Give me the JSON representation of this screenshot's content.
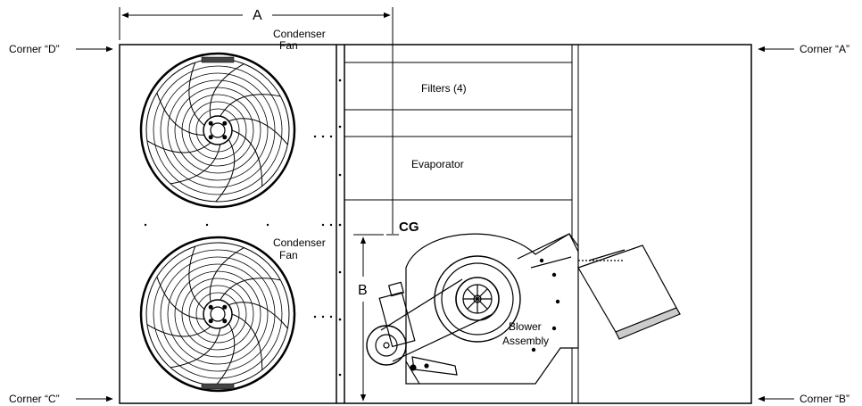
{
  "corners": {
    "a": "Corner “A”",
    "b": "Corner “B”",
    "c": "Corner “C”",
    "d": "Corner “D”"
  },
  "dimensions": {
    "a": "A",
    "b": "B"
  },
  "center_of_gravity": "CG",
  "components": {
    "condenser_fan_top": [
      "Condenser",
      "Fan"
    ],
    "condenser_fan_bottom": [
      "Condenser",
      "Fan"
    ],
    "filters": "Filters (4)",
    "evaporator": "Evaporator",
    "blower": [
      "Blower",
      "Assembly"
    ]
  }
}
